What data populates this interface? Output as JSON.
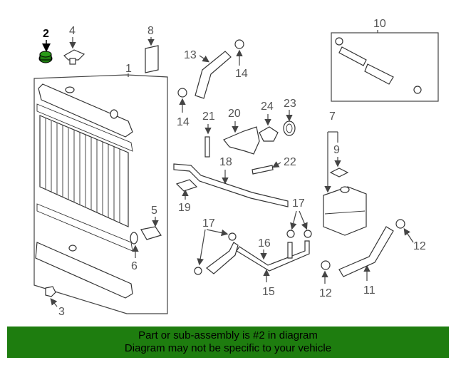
{
  "diagram": {
    "callouts": [
      "1",
      "2",
      "3",
      "4",
      "5",
      "6",
      "7",
      "8",
      "9",
      "10",
      "11",
      "12",
      "12",
      "13",
      "14",
      "14",
      "15",
      "16",
      "17",
      "17",
      "18",
      "19",
      "20",
      "21",
      "22",
      "23",
      "24"
    ],
    "highlighted_callout": "2",
    "highlight_color": "#1e7d0f"
  },
  "banner": {
    "line1": "Part or sub-assembly is #2 in diagram",
    "line2": "Diagram may not be specific to your vehicle",
    "background": "#1e7d0f"
  }
}
